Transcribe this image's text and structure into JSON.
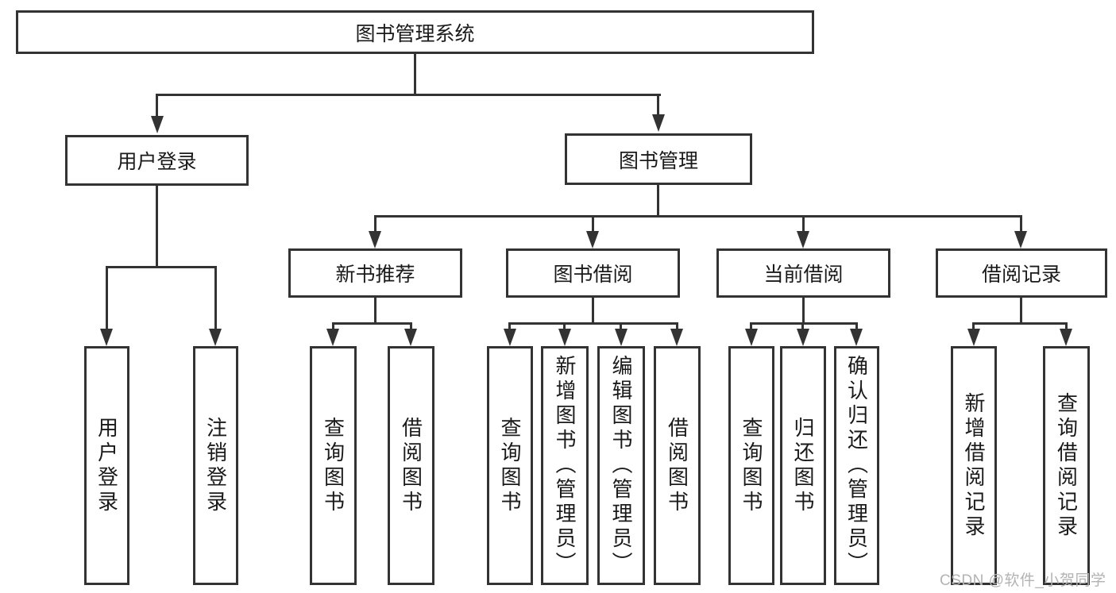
{
  "diagram": {
    "title": "图书管理系统",
    "level1": {
      "user_login": "用户登录",
      "book_mgmt": "图书管理"
    },
    "level2": {
      "new_books": "新书推荐",
      "borrowing": "图书借阅",
      "current": "当前借阅",
      "records": "借阅记录"
    },
    "leaves": {
      "user_login": [
        "用户登录",
        "注销登录"
      ],
      "new_books": [
        "查询图书",
        "借阅图书"
      ],
      "borrowing": [
        "查询图书",
        "新增图书（管理员）",
        "编辑图书（管理员）",
        "借阅图书"
      ],
      "current": [
        "查询图书",
        "归还图书",
        "确认归还（管理员）"
      ],
      "records": [
        "新增借阅记录",
        "查询借阅记录"
      ]
    },
    "watermark": "CSDN @软件_小贺同学",
    "colors": {
      "line": "#333333",
      "text": "#1a1a1a",
      "watermark": "#b3b3b3",
      "background": "#ffffff"
    }
  }
}
